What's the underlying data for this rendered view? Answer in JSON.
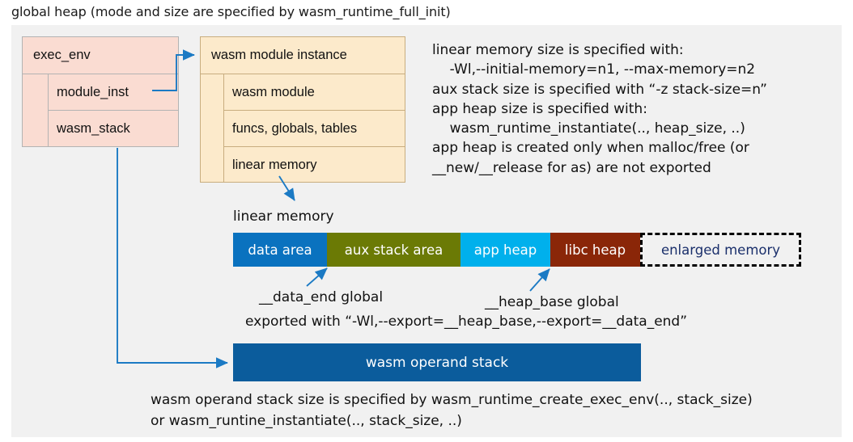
{
  "title": "global heap (mode and size are specified by wasm_runtime_full_init)",
  "exec_env": {
    "header": "exec_env",
    "fields": [
      "module_inst",
      "wasm_stack"
    ]
  },
  "module_instance": {
    "header": "wasm module instance",
    "fields": [
      "wasm module",
      "funcs, globals, tables",
      "linear memory"
    ]
  },
  "info_text": "linear memory size is specified with:\n    -Wl,--initial-memory=n1, --max-memory=n2\naux stack size is specified with “-z stack-size=n”\napp heap size is specified with:\n    wasm_runtime_instantiate(.., heap_size, ..)\napp heap is created only when malloc/free (or\n__new/__release for as) are not exported",
  "linear_memory": {
    "caption": "linear memory",
    "segments": [
      {
        "label": "data area",
        "color": "#0a72bf",
        "width": 116,
        "dashed": false
      },
      {
        "label": "aux stack area",
        "color": "#6b7a05",
        "width": 165,
        "dashed": false
      },
      {
        "label": "app heap",
        "color": "#00b0ec",
        "width": 111,
        "dashed": false
      },
      {
        "label": "libc heap",
        "color": "#8a2608",
        "width": 111,
        "dashed": false
      },
      {
        "label": "enlarged memory",
        "color": "#f1f1f1",
        "width": 199,
        "dashed": true
      }
    ]
  },
  "annotations": {
    "data_end": "__data_end global",
    "heap_base": "__heap_base global",
    "exported_with": "exported with “-Wl,--export=__heap_base,--export=__data_end”"
  },
  "operand_stack": {
    "label": "wasm operand stack",
    "note": "wasm operand stack size is specified by wasm_runtime_create_exec_env(.., stack_size)\nor wasm_runtine_instantiate(.., stack_size, ..)"
  },
  "colors": {
    "canvas_bg": "#f1f1f1",
    "pink_fill": "#fadcd2",
    "orange_fill": "#fceacb",
    "arrow_blue": "#1b7ac4",
    "operand_stack_blue": "#0b5c9c",
    "enlarged_text": "#1a2f6b"
  }
}
